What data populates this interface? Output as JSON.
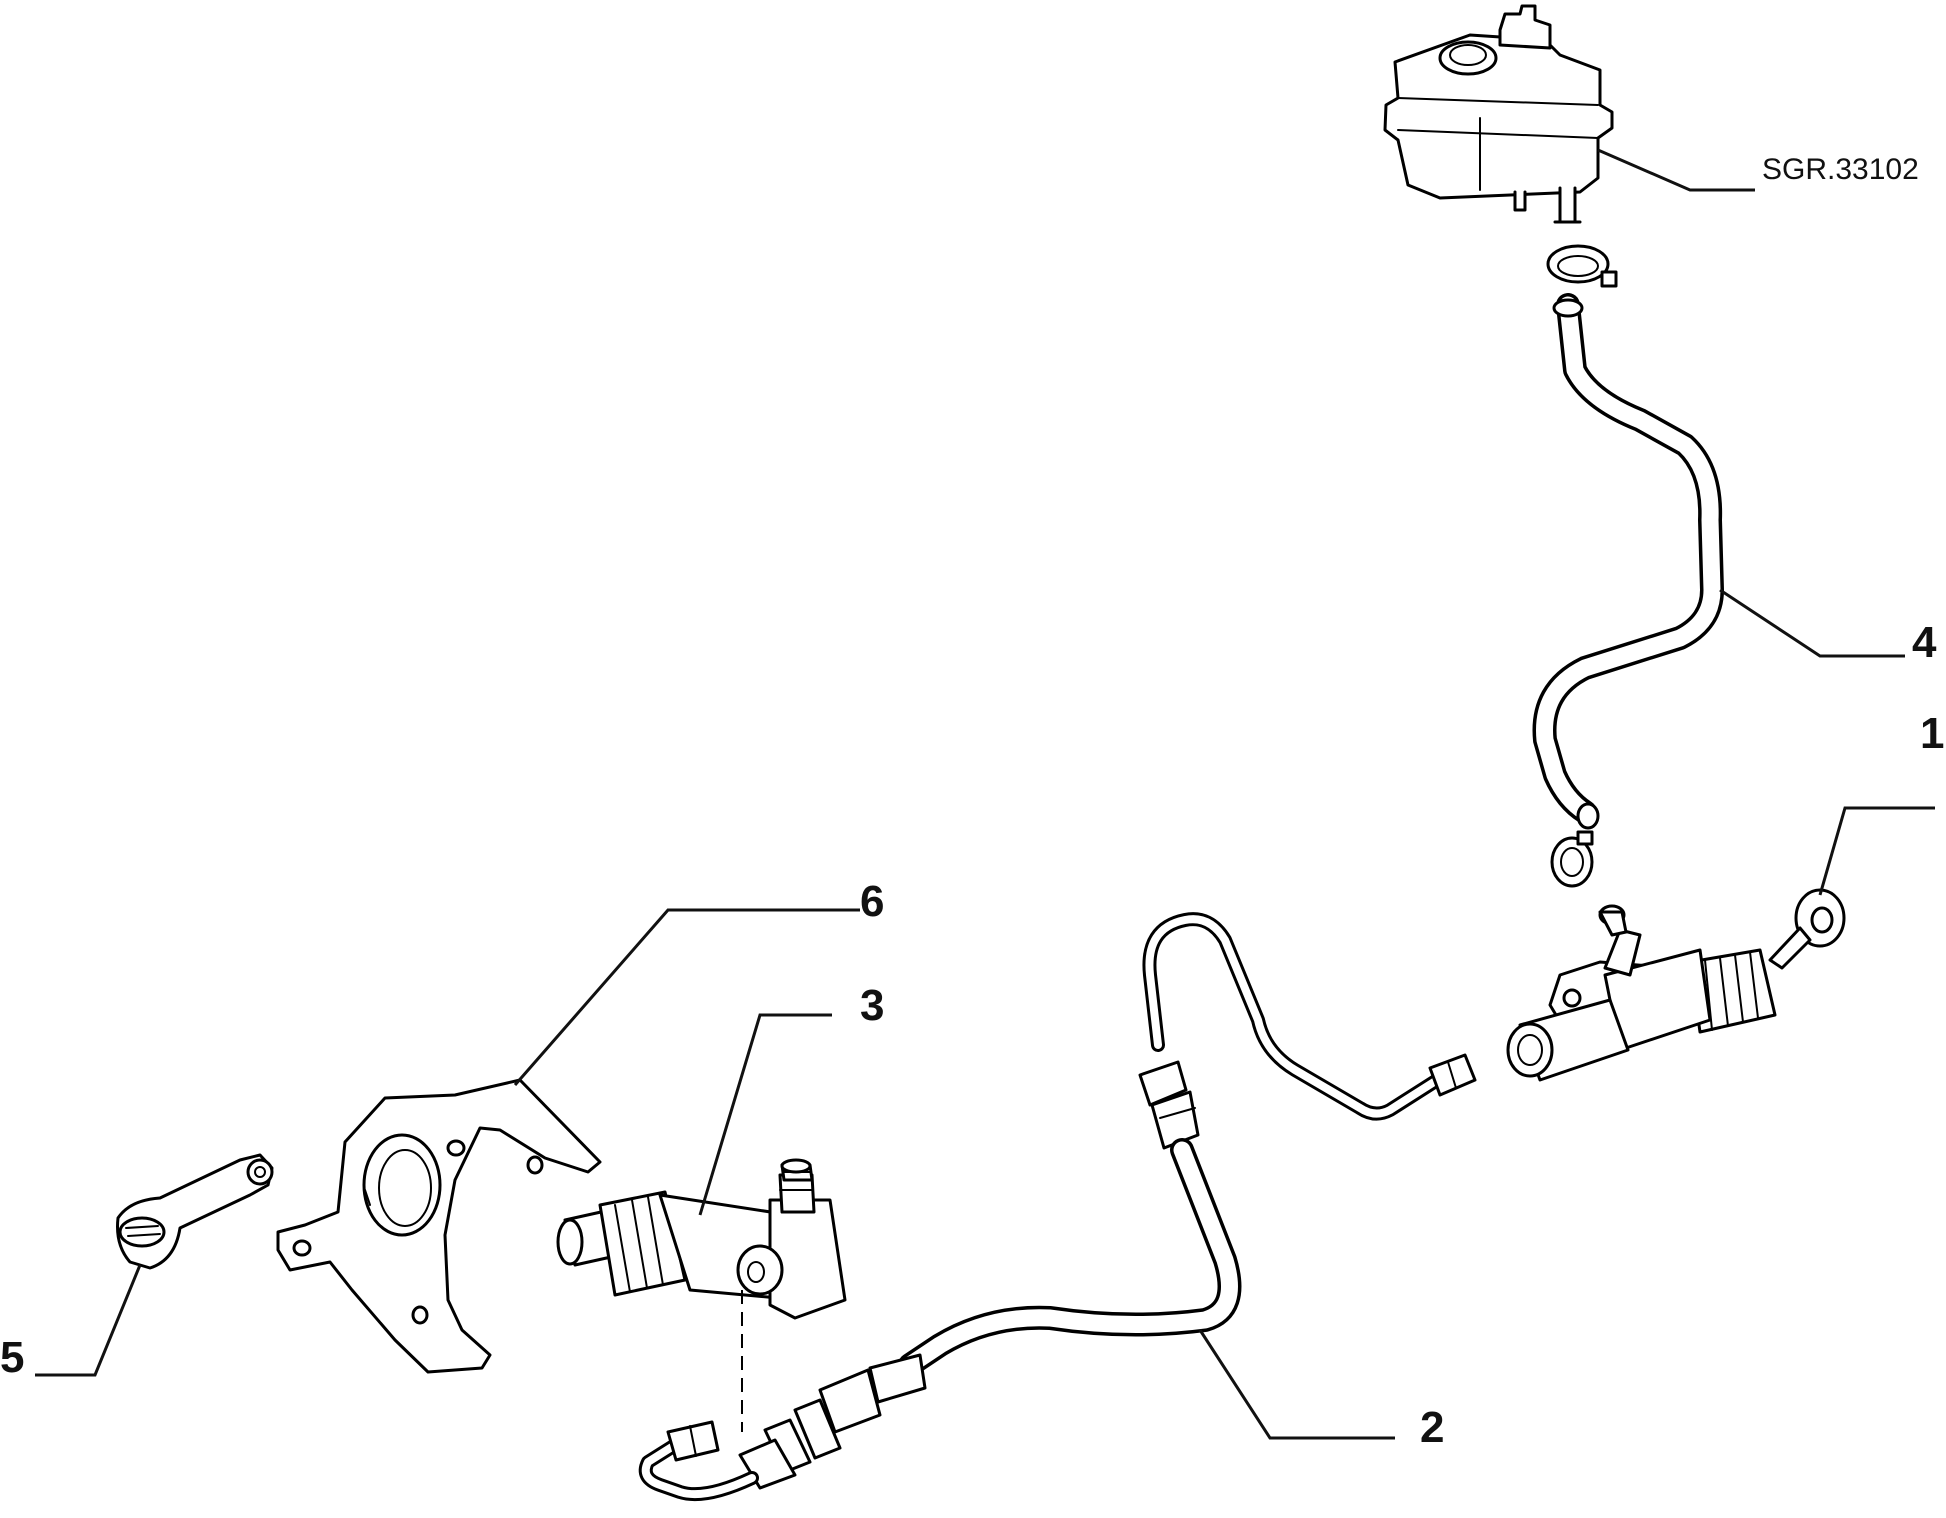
{
  "diagram": {
    "reference_code": "SGR.33102",
    "callouts": [
      {
        "id": "1",
        "label": "1"
      },
      {
        "id": "2",
        "label": "2"
      },
      {
        "id": "3",
        "label": "3"
      },
      {
        "id": "4",
        "label": "4"
      },
      {
        "id": "5",
        "label": "5"
      },
      {
        "id": "6",
        "label": "6"
      }
    ]
  }
}
